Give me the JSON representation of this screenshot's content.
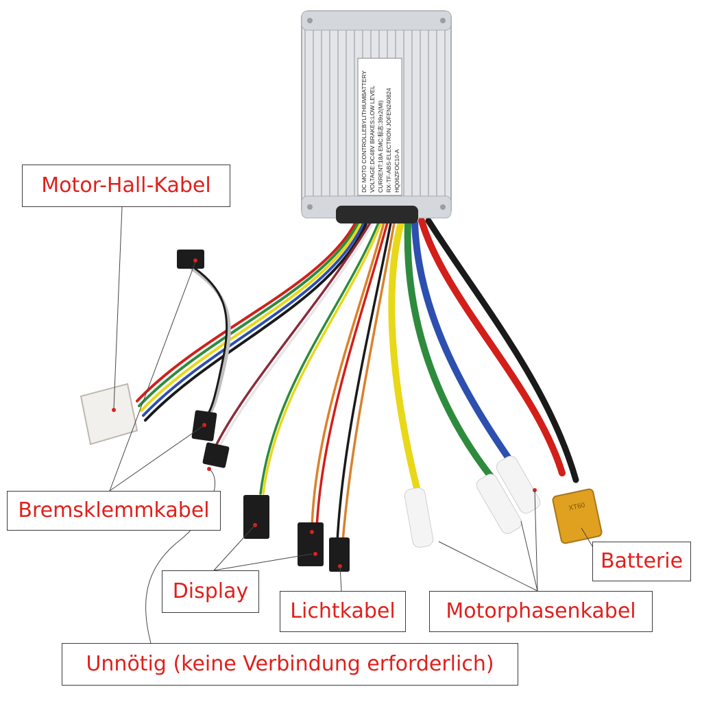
{
  "colors": {
    "label_text": "#e0201b",
    "label_border": "#3a3a3a",
    "wire_red": "#d21f1a",
    "wire_black": "#1a1a1a",
    "wire_green": "#2e8b3d",
    "wire_blue": "#2d4fb0",
    "wire_yellow": "#e8d818",
    "wire_orange": "#d9822b",
    "connector_xt60": "#e0a020"
  },
  "controller": {
    "label_lines": [
      "DC MOTO CONTROLLEBYLITHIUMBATTERY",
      "VOLTAGE:DC48V     BRAKES:LOW LEVEL",
      "CURRENT:18A          EMC:标志:39±2(MI)",
      "RX-TF-ABS-ELECTRON          JOFEN240824",
      "HQ06ZFOC10-A"
    ],
    "xt60_text": "XT60"
  },
  "labels": {
    "hall": "Motor-Hall-Kabel",
    "brake": "Bremsklemmkabel",
    "battery": "Batterie",
    "display": "Display",
    "light": "Lichtkabel",
    "phase": "Motorphasenkabel",
    "unneeded": "Unnötig (keine Verbindung erforderlich)"
  }
}
